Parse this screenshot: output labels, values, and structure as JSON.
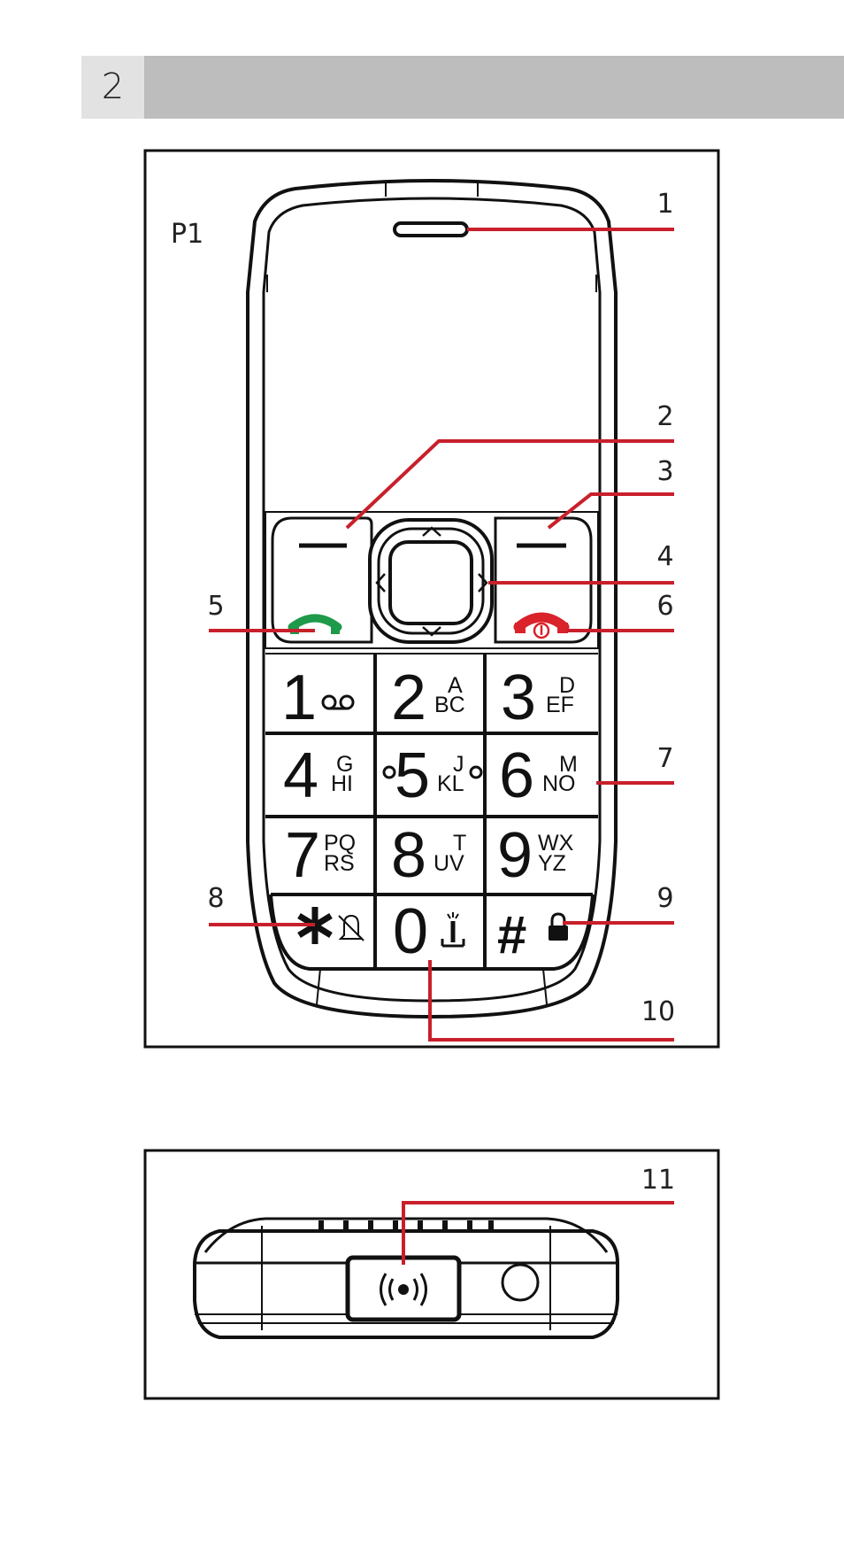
{
  "page": {
    "number": "2"
  },
  "figure_top": {
    "label": "P1",
    "callouts": [
      "1",
      "2",
      "3",
      "4",
      "5",
      "6",
      "7",
      "8",
      "9",
      "10"
    ],
    "keys": [
      {
        "num": "1",
        "l1": "",
        "l2": ""
      },
      {
        "num": "2",
        "l1": "A",
        "l2": "BC"
      },
      {
        "num": "3",
        "l1": "D",
        "l2": "EF"
      },
      {
        "num": "4",
        "l1": "G",
        "l2": "HI"
      },
      {
        "num": "5",
        "l1": "J",
        "l2": "KL"
      },
      {
        "num": "6",
        "l1": "M",
        "l2": "NO"
      },
      {
        "num": "7",
        "l1": "PQ",
        "l2": "RS"
      },
      {
        "num": "8",
        "l1": "T",
        "l2": "UV"
      },
      {
        "num": "9",
        "l1": "WX",
        "l2": "YZ"
      },
      {
        "num": "0",
        "l1": "",
        "l2": ""
      },
      {
        "num": "#",
        "l1": "",
        "l2": ""
      }
    ]
  },
  "figure_bottom": {
    "callouts": [
      "11"
    ]
  },
  "colors": {
    "callout_line": "#c8202b",
    "call_green": "#1f9a4a",
    "end_red": "#d9222a",
    "outline": "#111111"
  },
  "icons": [
    "voicemail-icon",
    "silent-bell-icon",
    "flashlight-icon",
    "lock-icon",
    "call-icon",
    "end-call-icon",
    "sos-icon"
  ]
}
